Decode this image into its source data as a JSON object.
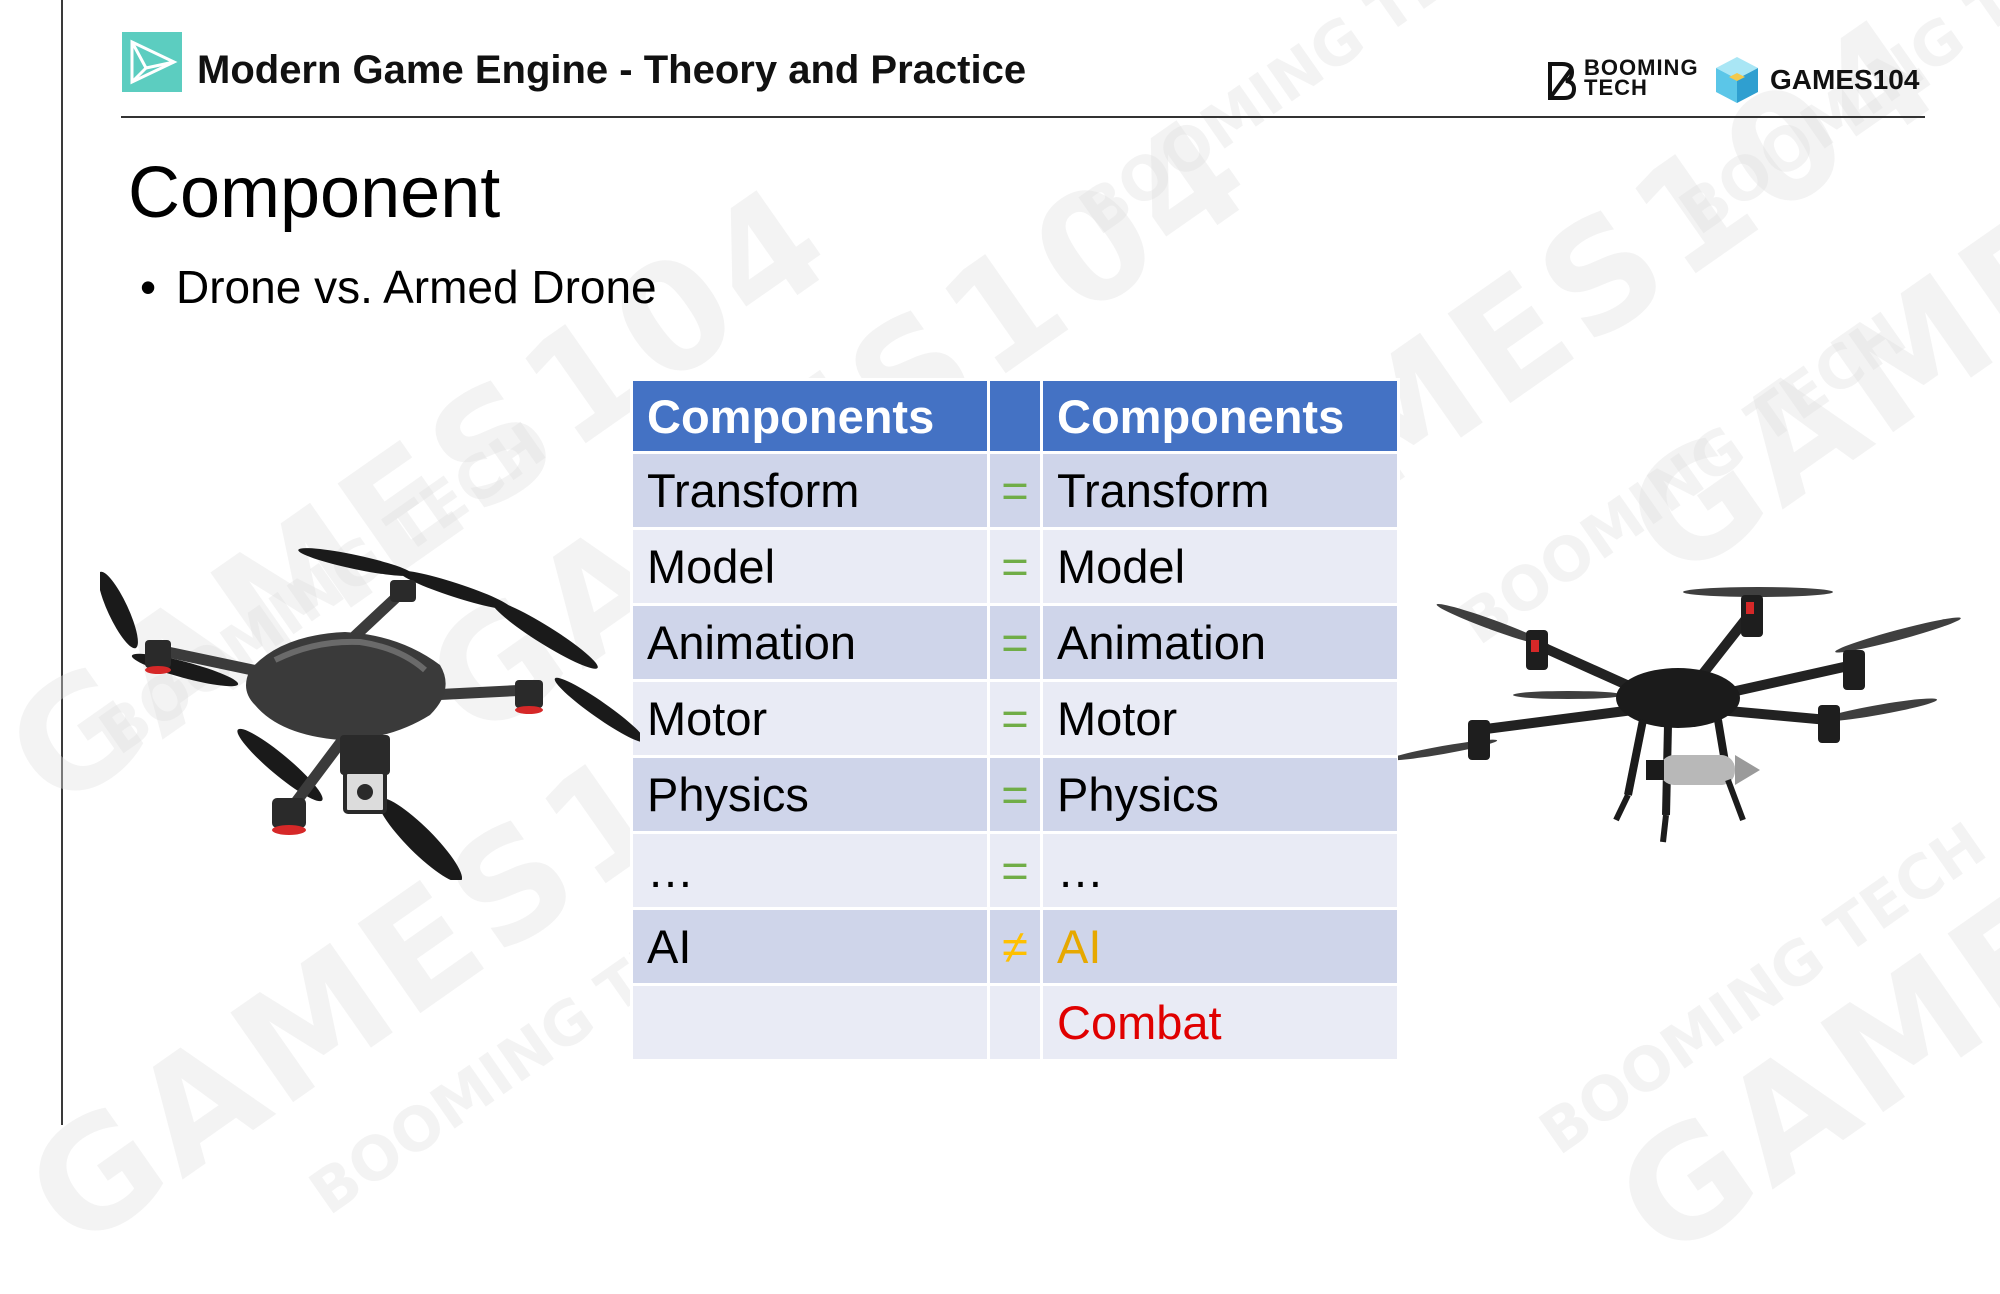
{
  "header": {
    "course_title": "Modern Game Engine - Theory and Practice",
    "booming_tech_lines": [
      "BOOMING",
      "TECH"
    ],
    "games_logo_text": "GAMES104"
  },
  "watermarks": {
    "games": "GAMES104",
    "booming_tech": "BOOMING TECH"
  },
  "slide": {
    "title": "Component",
    "bullet_marker": "•",
    "bullet": "Drone vs. Armed Drone"
  },
  "table": {
    "header": {
      "left": "Components",
      "middle": "",
      "right": "Components"
    },
    "rows": [
      {
        "left": "Transform",
        "op": "=",
        "right": "Transform"
      },
      {
        "left": "Model",
        "op": "=",
        "right": "Model"
      },
      {
        "left": "Animation",
        "op": "=",
        "right": "Animation"
      },
      {
        "left": "Motor",
        "op": "=",
        "right": "Motor"
      },
      {
        "left": "Physics",
        "op": "=",
        "right": "Physics"
      },
      {
        "left": "…",
        "op": "=",
        "right": "…"
      },
      {
        "left": "AI",
        "op": "≠",
        "right": "AI"
      },
      {
        "left": "",
        "op": "",
        "right": "Combat"
      }
    ]
  },
  "colors": {
    "header_fill": "#4472c4",
    "row_dark": "#cfd5ea",
    "row_light": "#e9ebf5",
    "equal_sign": "#70ad47",
    "not_equal_sign": "#ffc000",
    "ai_highlight": "#e6a800",
    "combat_highlight": "#e00000",
    "logo_teal": "#5ccdc0"
  },
  "images": {
    "left": "drone-photo",
    "right": "armed-drone-photo"
  }
}
